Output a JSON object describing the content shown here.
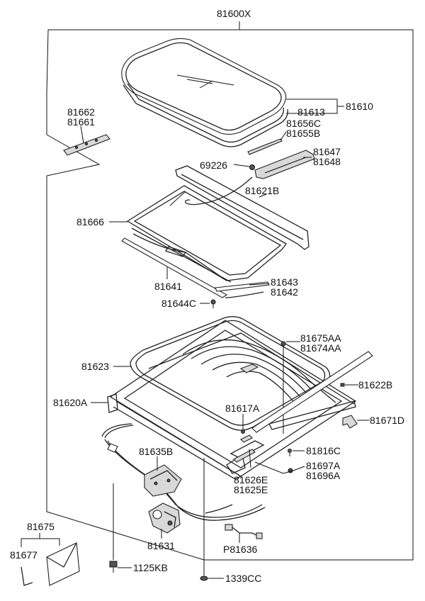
{
  "diagram": {
    "assembly_number": "81600X",
    "parts": {
      "p81610": "81610",
      "p81613": "81613",
      "p81656C": "81656C",
      "p81655B": "81655B",
      "p81662": "81662",
      "p81661": "81661",
      "p81647": "81647",
      "p81648": "81648",
      "p69226": "69226",
      "p81621B": "81621B",
      "p81666": "81666",
      "p81641": "81641",
      "p81643": "81643",
      "p81642": "81642",
      "p81644C": "81644C",
      "p81675AA": "81675AA",
      "p81674AA": "81674AA",
      "p81623": "81623",
      "p81622B": "81622B",
      "p81620A": "81620A",
      "p81617A": "81617A",
      "p81671D": "81671D",
      "p81635B": "81635B",
      "p81816C": "81816C",
      "p81697A": "81697A",
      "p81696A": "81696A",
      "p81626E": "81626E",
      "p81625E": "81625E",
      "p81675": "81675",
      "p81677": "81677",
      "p81631": "81631",
      "pP81636": "P81636",
      "p1125KB": "1125KB",
      "p1339CC": "1339CC"
    }
  }
}
